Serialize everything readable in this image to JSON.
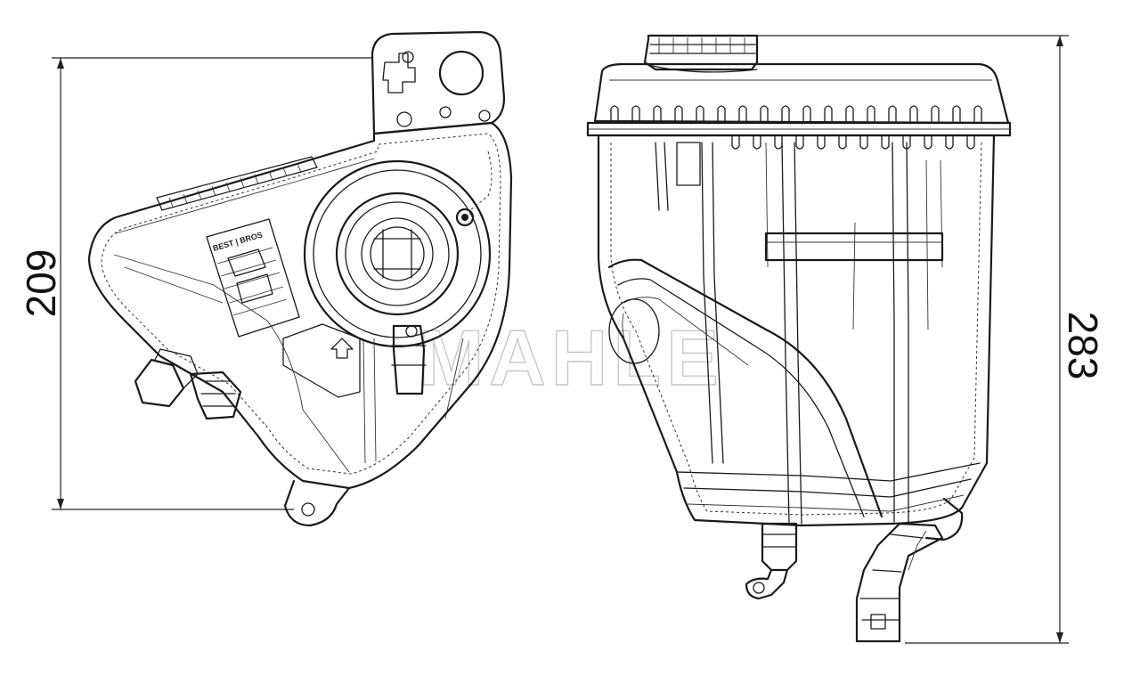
{
  "dimensions": {
    "height_side_view": "209",
    "height_front_view": "283"
  },
  "watermark": "MAHLE",
  "label_plate": "BEST | BROS"
}
